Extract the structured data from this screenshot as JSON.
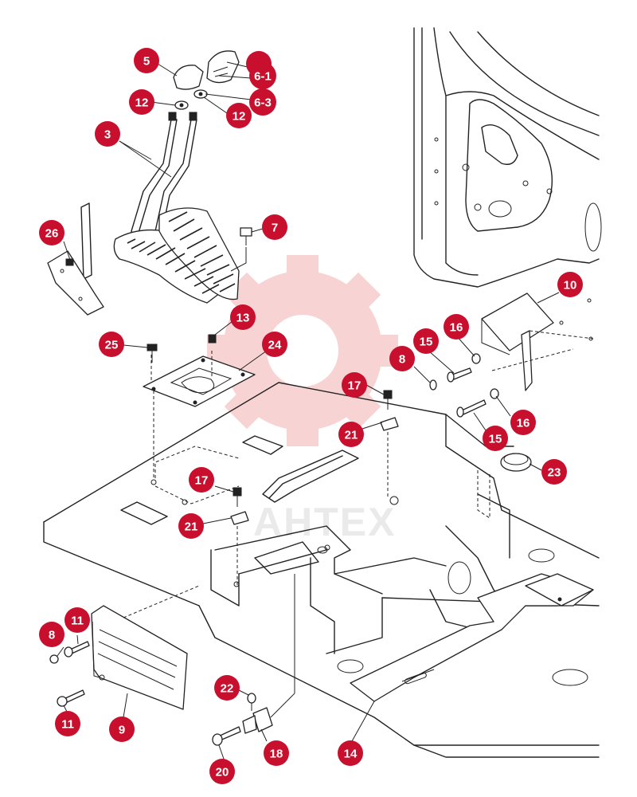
{
  "watermark": {
    "text": "AHTEX",
    "color": "#f4b0b0"
  },
  "callout_color": "#c8102e",
  "callouts": [
    {
      "id": "c5",
      "label": "5"
    },
    {
      "id": "c6",
      "label": ""
    },
    {
      "id": "c6-1",
      "label": "6-1"
    },
    {
      "id": "c6-3",
      "label": "6-3"
    },
    {
      "id": "c12a",
      "label": "12"
    },
    {
      "id": "c12b",
      "label": "12"
    },
    {
      "id": "c3",
      "label": "3"
    },
    {
      "id": "c26",
      "label": "26"
    },
    {
      "id": "c7",
      "label": "7"
    },
    {
      "id": "c10",
      "label": "10"
    },
    {
      "id": "c13",
      "label": "13"
    },
    {
      "id": "c25",
      "label": "25"
    },
    {
      "id": "c24",
      "label": "24"
    },
    {
      "id": "c15a",
      "label": "15"
    },
    {
      "id": "c16a",
      "label": "16"
    },
    {
      "id": "c8a",
      "label": "8"
    },
    {
      "id": "c17a",
      "label": "17"
    },
    {
      "id": "c21a",
      "label": "21"
    },
    {
      "id": "c16b",
      "label": "16"
    },
    {
      "id": "c15b",
      "label": "15"
    },
    {
      "id": "c23",
      "label": "23"
    },
    {
      "id": "c17b",
      "label": "17"
    },
    {
      "id": "c21b",
      "label": "21"
    },
    {
      "id": "c11a",
      "label": "11"
    },
    {
      "id": "c8b",
      "label": "8"
    },
    {
      "id": "c22",
      "label": "22"
    },
    {
      "id": "c11b",
      "label": "11"
    },
    {
      "id": "c9",
      "label": "9"
    },
    {
      "id": "c18",
      "label": "18"
    },
    {
      "id": "c20",
      "label": "20"
    },
    {
      "id": "c14",
      "label": "14"
    }
  ]
}
